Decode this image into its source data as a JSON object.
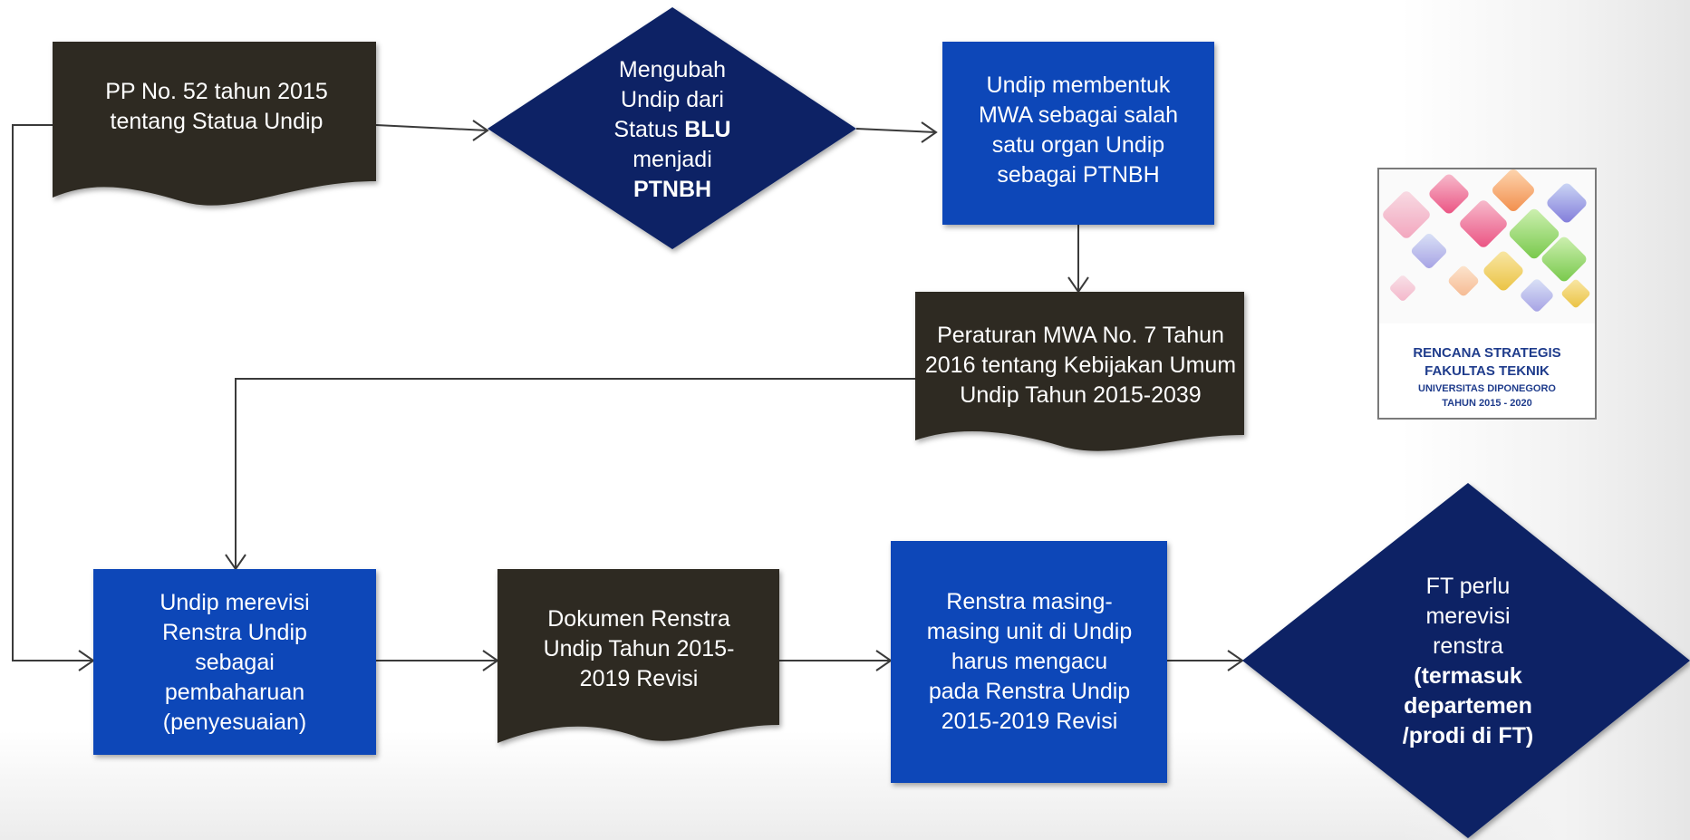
{
  "nodes": {
    "pp52": {
      "text": "PP No. 52 tahun 2015 tentang Statua Undip"
    },
    "mengubah": {
      "line1": "Mengubah",
      "line2": "Undip dari",
      "line3_prefix": "Status ",
      "line3_bold": "BLU",
      "line4": "menjadi",
      "line5_bold": "PTNBH"
    },
    "mwa_bentuk": {
      "text": "Undip membentuk MWA sebagai salah satu organ Undip sebagai PTNBH"
    },
    "peraturan_mwa": {
      "text": "Peraturan MWA No. 7 Tahun 2016 tentang Kebijakan Umum Undip Tahun  2015-2039"
    },
    "merevisi": {
      "text": "Undip merevisi Renstra Undip sebagai pembaharuan (penyesuaian)"
    },
    "dokumen": {
      "text": "Dokumen Renstra Undip Tahun 2015-2019 Revisi"
    },
    "renstra_unit": {
      "text": "Renstra masing-masing unit di Undip harus mengacu pada Renstra Undip 2015-2019 Revisi"
    },
    "ft_revisi": {
      "line1": "FT perlu",
      "line2": "merevisi",
      "line3": "renstra",
      "bold1": "(termasuk",
      "bold2": "departemen",
      "bold3": "/prodi di FT)"
    }
  },
  "cover": {
    "line1": "RENCANA STRATEGIS",
    "line2": "FAKULTAS TEKNIK",
    "line3": "UNIVERSITAS DIPONEGORO",
    "line4": "TAHUN 2015 - 2020"
  },
  "colors": {
    "document_fill": "#2e2b22",
    "process_fill": "#0a47b8",
    "decision_fill": "#0a2465",
    "connector": "#3a3a3a",
    "cover_text": "#1f3c8c"
  }
}
